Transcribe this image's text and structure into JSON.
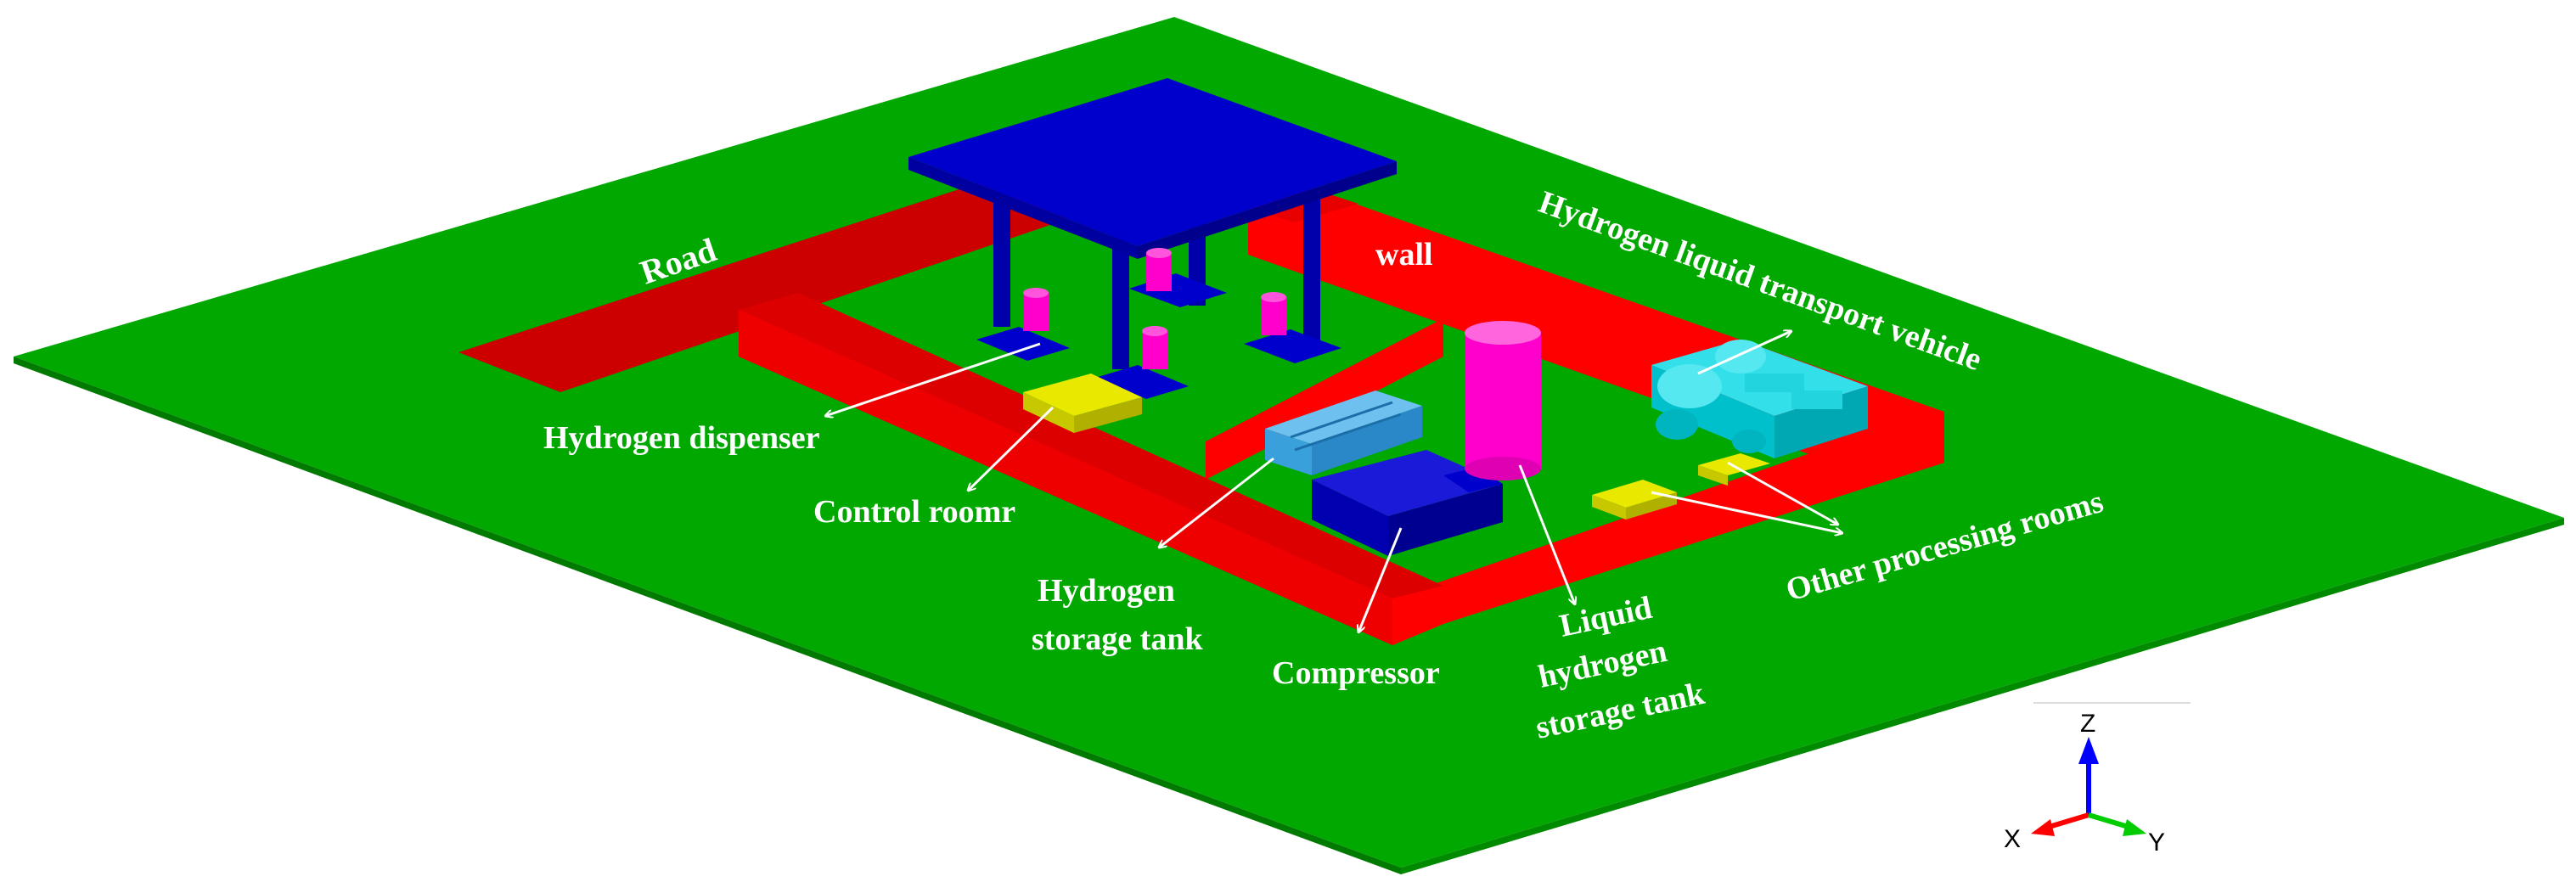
{
  "labels": {
    "road": "Road",
    "wall": "wall",
    "transport_vehicle": "Hydrogen liquid transport vehicle",
    "dispenser": "Hydrogen dispenser",
    "control_room": "Control roomr",
    "storage_tank_line1": "Hydrogen",
    "storage_tank_line2": "storage tank",
    "compressor": "Compressor",
    "liquid_tank_line1": "Liquid",
    "liquid_tank_line2": "hydrogen",
    "liquid_tank_line3": "storage tank",
    "processing_rooms": "Other processing  rooms"
  },
  "axes": {
    "z": "Z",
    "x": "X",
    "y": "Y"
  },
  "colors": {
    "ground": "#00a800",
    "wall": "#ff0000",
    "road": "#cc0000",
    "canopy": "#0000cc",
    "dispenser": "#ff00cc",
    "control_room": "#d8d800",
    "storage_tank": "#3aa0dc",
    "compressor": "#0000cc",
    "liquid_tank": "#ff00cc",
    "vehicle": "#00ccd8",
    "axis_x": "#ff0000",
    "axis_y": "#00cc00",
    "axis_z": "#0000ff",
    "label_text": "#ffffff"
  }
}
